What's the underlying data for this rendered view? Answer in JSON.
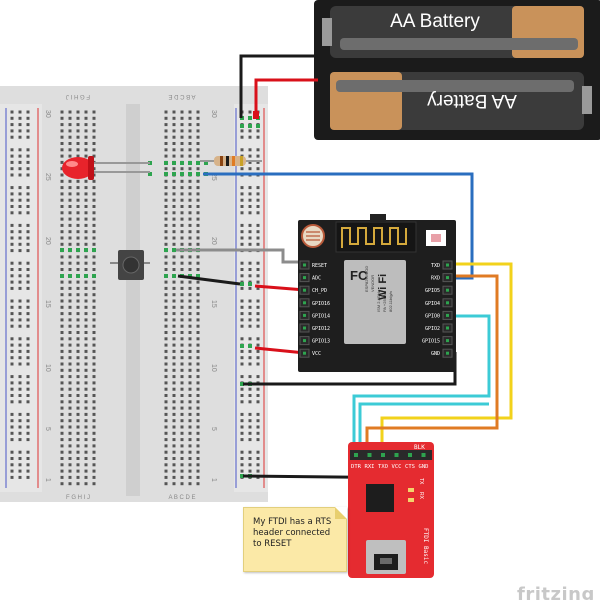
{
  "battery": {
    "top_label": "AA Battery",
    "bottom_label": "AA Battery"
  },
  "breadboard": {
    "col_letters_left": "F G H I J",
    "col_letters_right": "A B C D E",
    "row_numbers": [
      "30",
      "25",
      "20",
      "15",
      "10",
      "5",
      "1"
    ]
  },
  "esp": {
    "left_pins": [
      "RESET",
      "ADC",
      "CH_PD",
      "GPIO16",
      "GPIO14",
      "GPIO12",
      "GPIO13",
      "VCC"
    ],
    "right_pins": [
      "TXD",
      "RXD",
      "GPIO5",
      "GPIO4",
      "GPIO0",
      "GPIO2",
      "GPIO15",
      "GND"
    ],
    "module_lines": [
      "ESP8266MOD",
      "VENDOR",
      "ISM 2.4GHz",
      "PA +25dBm",
      "802.11b/g/n"
    ],
    "wifi_label": "Wi Fi",
    "fc_label": "FC"
  },
  "ftdi": {
    "pins": [
      "DTR",
      "RXI",
      "TXO",
      "VCC",
      "CTS",
      "GND"
    ],
    "blk_label": "BLK",
    "tx_label": "TX",
    "rx_label": "RX",
    "name_label": "FTDI Basic"
  },
  "note": {
    "text": "My FTDI has a RTS header connected to RESET"
  },
  "brand": {
    "text": "fritzing"
  },
  "colors": {
    "wire_black": "#1a1a1a",
    "wire_red": "#d9101a",
    "wire_blue": "#2a6ebf",
    "wire_yellow": "#f2d21b",
    "wire_orange": "#e07b24",
    "wire_cyan": "#3ccbd6",
    "wire_grey": "#8c8c8c",
    "pcb_red": "#e52b30",
    "led_red": "#e8232b"
  }
}
